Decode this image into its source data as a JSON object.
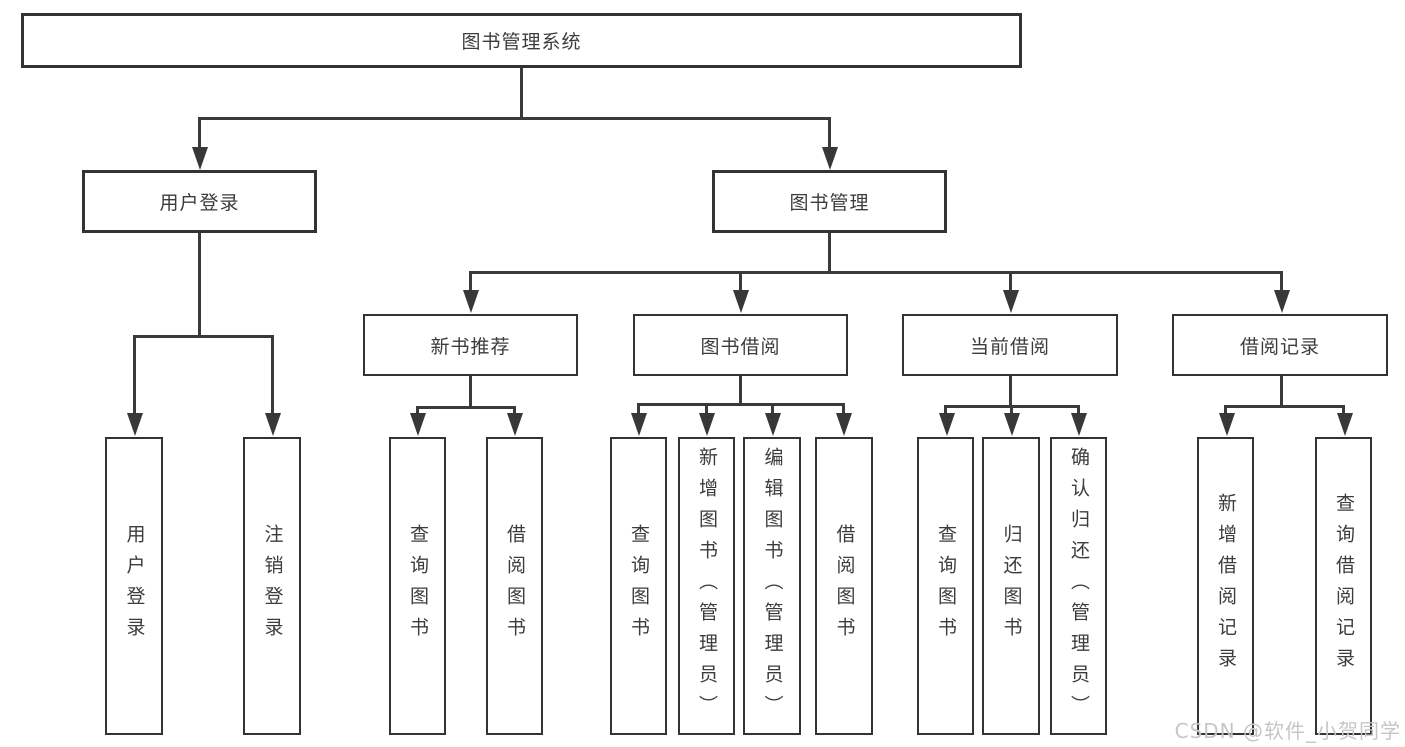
{
  "diagram": {
    "root": {
      "label": "图书管理系统"
    },
    "branches": [
      {
        "label": "用户登录",
        "children": [
          {
            "label": "用户登录"
          },
          {
            "label": "注销登录"
          }
        ]
      },
      {
        "label": "图书管理",
        "children": [
          {
            "label": "新书推荐",
            "children": [
              {
                "label": "查询图书"
              },
              {
                "label": "借阅图书"
              }
            ]
          },
          {
            "label": "图书借阅",
            "children": [
              {
                "label": "查询图书"
              },
              {
                "label": "新增图书（管理员）"
              },
              {
                "label": "编辑图书（管理员）"
              },
              {
                "label": "借阅图书"
              }
            ]
          },
          {
            "label": "当前借阅",
            "children": [
              {
                "label": "查询图书"
              },
              {
                "label": "归还图书"
              },
              {
                "label": "确认归还（管理员）"
              }
            ]
          },
          {
            "label": "借阅记录",
            "children": [
              {
                "label": "新增借阅记录"
              },
              {
                "label": "查询借阅记录"
              }
            ]
          }
        ]
      }
    ]
  },
  "watermark": {
    "text": "CSDN @软件_小贺同学"
  },
  "colors": {
    "line": "#3a3a3a",
    "border": "#333333",
    "text": "#3c3c3c",
    "watermark": "#c6c6c6",
    "background": "#ffffff"
  }
}
